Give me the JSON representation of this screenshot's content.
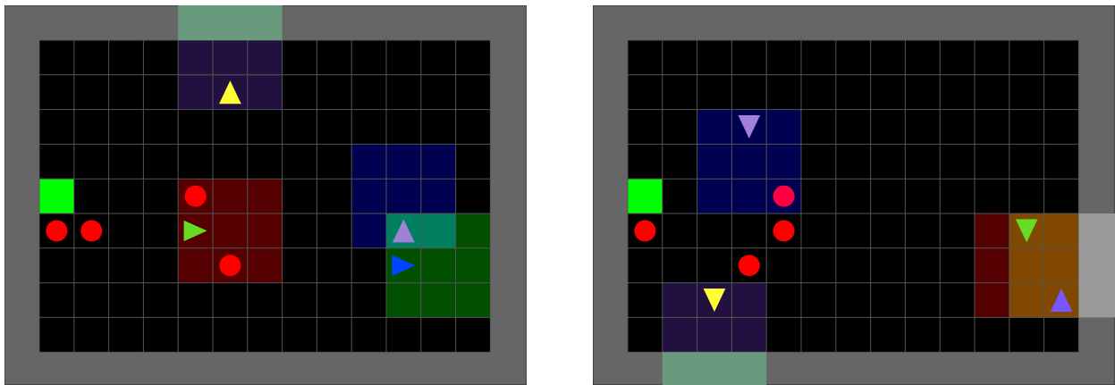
{
  "colors": {
    "wall": "#666666",
    "floor": "#000000",
    "grid_line": "#555555",
    "goal": "#00ff00",
    "door": "#6a9a7e",
    "grey_door": "#9a9a9a",
    "ball": "#ff0000"
  },
  "environments": [
    {
      "name": "left",
      "grid": {
        "cols": 13,
        "rows": 9
      },
      "zones": [
        {
          "color": "#221140",
          "col": 4,
          "row": 0,
          "w": 3,
          "h": 2
        },
        {
          "color": "#000050",
          "col": 9,
          "row": 3,
          "w": 3,
          "h": 3
        },
        {
          "color": "#005000",
          "col": 10,
          "row": 5,
          "w": 3,
          "h": 3
        },
        {
          "color": "#008060",
          "col": 10,
          "row": 5,
          "w": 2,
          "h": 1
        },
        {
          "color": "#550000",
          "col": 4,
          "row": 4,
          "w": 3,
          "h": 3
        }
      ],
      "goal": {
        "col": 0,
        "row": 4
      },
      "door": {
        "side": "top",
        "start": 4,
        "len": 3
      },
      "balls": [
        {
          "col": 4,
          "row": 4,
          "color": "#ff0000"
        },
        {
          "col": 0,
          "row": 5,
          "color": "#ff0000"
        },
        {
          "col": 1,
          "row": 5,
          "color": "#ff0000"
        },
        {
          "col": 5,
          "row": 6,
          "color": "#ff0000"
        }
      ],
      "agents": [
        {
          "col": 5,
          "row": 1,
          "dir": "up",
          "color": "#ffff33"
        },
        {
          "col": 4,
          "row": 5,
          "dir": "right",
          "color": "#66dd22"
        },
        {
          "col": 10,
          "row": 5,
          "dir": "up",
          "color": "#a080d8"
        },
        {
          "col": 10,
          "row": 6,
          "dir": "right",
          "color": "#0044ff"
        }
      ]
    },
    {
      "name": "right",
      "grid": {
        "cols": 13,
        "rows": 9
      },
      "zones": [
        {
          "color": "#000050",
          "col": 2,
          "row": 2,
          "w": 3,
          "h": 3
        },
        {
          "color": "#221140",
          "col": 1,
          "row": 7,
          "w": 3,
          "h": 2
        },
        {
          "color": "#550000",
          "col": 10,
          "row": 5,
          "w": 3,
          "h": 3
        },
        {
          "color": "#804800",
          "col": 11,
          "row": 5,
          "w": 2,
          "h": 3
        }
      ],
      "goal": {
        "col": 0,
        "row": 4
      },
      "door": {
        "side": "bottom",
        "start": 1,
        "len": 3
      },
      "grey_door": {
        "side": "right",
        "start": 5,
        "len": 3
      },
      "balls": [
        {
          "col": 0,
          "row": 5,
          "color": "#ff0000"
        },
        {
          "col": 4,
          "row": 4,
          "color": "#ff0044"
        },
        {
          "col": 4,
          "row": 5,
          "color": "#ff0000"
        },
        {
          "col": 3,
          "row": 6,
          "color": "#ff0000"
        }
      ],
      "agents": [
        {
          "col": 3,
          "row": 2,
          "dir": "down",
          "color": "#a080d8"
        },
        {
          "col": 2,
          "row": 7,
          "dir": "down",
          "color": "#ffff33"
        },
        {
          "col": 11,
          "row": 5,
          "dir": "down",
          "color": "#66dd22"
        },
        {
          "col": 12,
          "row": 7,
          "dir": "up",
          "color": "#7755ff"
        }
      ]
    }
  ]
}
